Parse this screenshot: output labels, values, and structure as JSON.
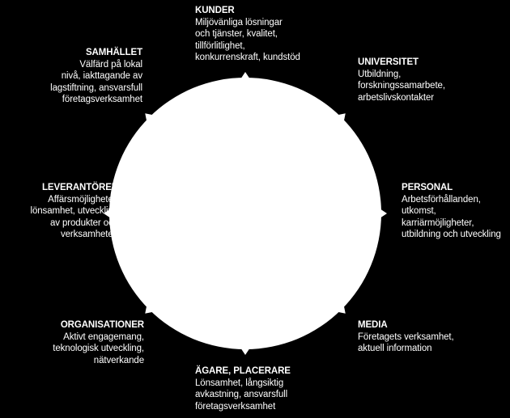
{
  "colors": {
    "background": "#000000",
    "circle": "#ffffff",
    "text": "#ffffff"
  },
  "stakeholders": [
    {
      "key": "kunder",
      "title": "KUNDER",
      "lines": [
        "Miljövänliga lösningar",
        "och tjänster, kvalitet,",
        "tillförlitlighet,",
        "konkurrenskraft, kundstöd"
      ]
    },
    {
      "key": "universitet",
      "title": "UNIVERSITET",
      "lines": [
        "Utbildning,",
        "forskningssamarbete,",
        "arbetslivskontakter"
      ]
    },
    {
      "key": "personal",
      "title": "PERSONAL",
      "lines": [
        "Arbetsförhållanden,",
        "utkomst,",
        "karriärmöjligheter,",
        "utbildning och utveckling"
      ]
    },
    {
      "key": "media",
      "title": "MEDIA",
      "lines": [
        "Företagets verksamhet,",
        "aktuell information"
      ]
    },
    {
      "key": "agare",
      "title": "ÄGARE, PLACERARE",
      "lines": [
        "Lönsamhet, långsiktig",
        "avkastning, ansvarsfull",
        "företagsverksamhet"
      ]
    },
    {
      "key": "organisationer",
      "title": "ORGANISATIONER",
      "lines": [
        "Aktivt engagemang,",
        "teknologisk utveckling,",
        "nätverkande"
      ]
    },
    {
      "key": "leverantorer",
      "title": "LEVERANTÖRER",
      "lines": [
        "Affärsmöjligheter,",
        "lönsamhet, utveckling",
        "av produkter och",
        "verksamheten"
      ]
    },
    {
      "key": "samhallet",
      "title": "SAMHÄLLET",
      "lines": [
        "Välfärd på lokal",
        "nivå, iakttagande av",
        "lagstiftning, ansvarsfull",
        "företagsverksamhet"
      ]
    }
  ]
}
